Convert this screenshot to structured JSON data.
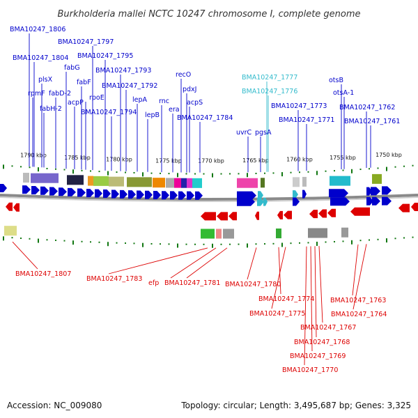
{
  "title": "Burkholderia mallei NCTC 10247 chromosome I, complete genome",
  "accession": "Accession: NC_009080",
  "summary": "Topology: circular; Length: 3,495,687 bp; Genes: 3,325",
  "colors": {
    "forward": "#0000cc",
    "reverse": "#dd0000",
    "highlight": "#33bbcc",
    "axis": "#888888",
    "ticks": "#117711"
  },
  "kbp_ticks": [
    "1790 kbp",
    "1785 kbp",
    "1780 kbp",
    "1775 kbp",
    "1770 kbp",
    "1765 kbp",
    "1760 kbp",
    "1755 kbp",
    "1750 kbp"
  ],
  "top_labels": [
    "BMA10247_1806",
    "BMA10247_1804",
    "BMA10247_1797",
    "BMA10247_1795",
    "plsX",
    "fabG",
    "rpmF",
    "fabD-2",
    "fabF",
    "acpP",
    "fabH-2",
    "rpoE",
    "BMA10247_1793",
    "BMA10247_1792",
    "BMA10247_1794",
    "lepA",
    "lepB",
    "recO",
    "pdxJ",
    "rnc",
    "acpS",
    "era",
    "BMA10247_1784",
    "BMA10247_1777",
    "BMA10247_1776",
    "uvrC",
    "pgsA",
    "otsB",
    "otsA-1",
    "BMA10247_1773",
    "BMA10247_1762",
    "BMA10247_1771",
    "BMA10247_1761"
  ],
  "bottom_labels": [
    "BMA10247_1807",
    "BMA10247_1783",
    "efp",
    "BMA10247_1781",
    "BMA10247_1780",
    "BMA10247_1774",
    "BMA10247_1775",
    "BMA10247_1763",
    "BMA10247_1764",
    "BMA10247_1767",
    "BMA10247_1768",
    "BMA10247_1769",
    "BMA10247_1770"
  ]
}
